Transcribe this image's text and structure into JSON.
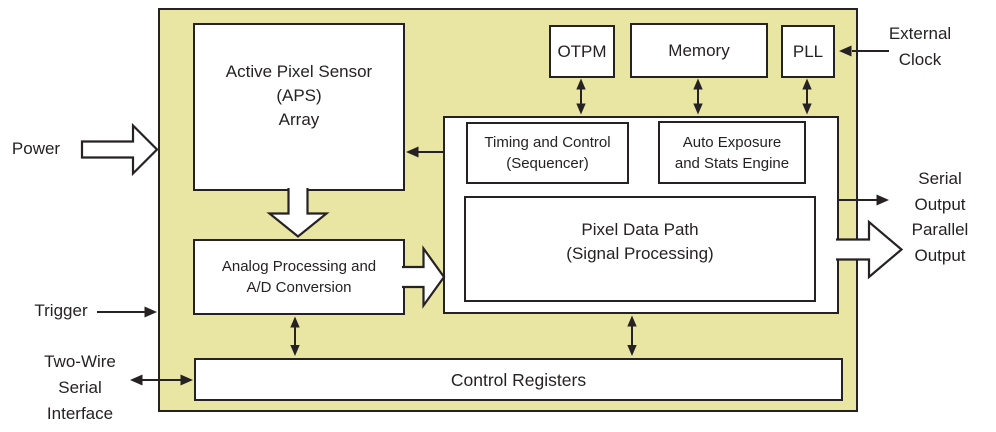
{
  "colors": {
    "chip_fill": "#e9e5a3",
    "line_ink": "#262223",
    "block_fill": "#ffffff"
  },
  "blocks": {
    "aps": {
      "lines": [
        "Active Pixel Sensor",
        "(APS)",
        "Array"
      ]
    },
    "otpm": {
      "label": "OTPM"
    },
    "memory": {
      "label": "Memory"
    },
    "pll": {
      "label": "PLL"
    },
    "timing": {
      "lines": [
        "Timing and Control",
        "(Sequencer)"
      ]
    },
    "auto_exposure": {
      "lines": [
        "Auto Exposure",
        "and Stats Engine"
      ]
    },
    "pixel_data_path": {
      "lines": [
        "Pixel Data Path",
        "(Signal Processing)"
      ]
    },
    "analog": {
      "lines": [
        "Analog Processing and",
        "A/D Conversion"
      ]
    },
    "control_registers": {
      "label": "Control Registers"
    }
  },
  "labels": {
    "power": "Power",
    "trigger": "Trigger",
    "two_wire": {
      "lines": [
        "Two-Wire",
        "Serial",
        "Interface"
      ]
    },
    "external_clock": {
      "lines": [
        "External",
        "Clock"
      ]
    },
    "serial_output": {
      "lines": [
        "Serial",
        "Output"
      ]
    },
    "parallel_output": {
      "lines": [
        "Parallel",
        "Output"
      ]
    }
  }
}
